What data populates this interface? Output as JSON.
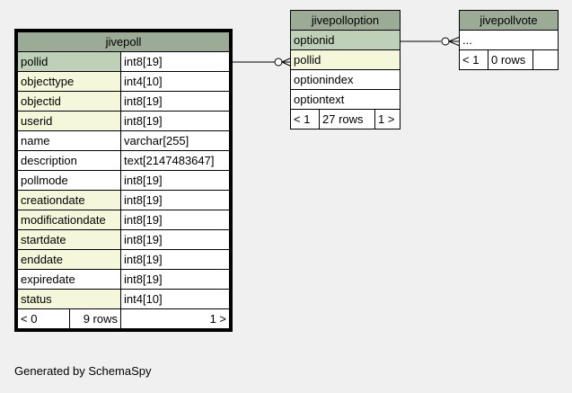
{
  "tables": {
    "jivepoll": {
      "name": "jivepoll",
      "columns": [
        {
          "name": "pollid",
          "type": "int8[19]",
          "kind": "pk"
        },
        {
          "name": "objecttype",
          "type": "int4[10]",
          "kind": "fk"
        },
        {
          "name": "objectid",
          "type": "int8[19]",
          "kind": "fk"
        },
        {
          "name": "userid",
          "type": "int8[19]",
          "kind": "fk"
        },
        {
          "name": "name",
          "type": "varchar[255]",
          "kind": "plain"
        },
        {
          "name": "description",
          "type": "text[2147483647]",
          "kind": "plain"
        },
        {
          "name": "pollmode",
          "type": "int8[19]",
          "kind": "plain"
        },
        {
          "name": "creationdate",
          "type": "int8[19]",
          "kind": "fk"
        },
        {
          "name": "modificationdate",
          "type": "int8[19]",
          "kind": "fk"
        },
        {
          "name": "startdate",
          "type": "int8[19]",
          "kind": "fk"
        },
        {
          "name": "enddate",
          "type": "int8[19]",
          "kind": "fk"
        },
        {
          "name": "expiredate",
          "type": "int8[19]",
          "kind": "plain"
        },
        {
          "name": "status",
          "type": "int4[10]",
          "kind": "fk"
        }
      ],
      "footer": {
        "parents": "< 0",
        "rows": "9 rows",
        "children": "1 >"
      }
    },
    "jivepolloption": {
      "name": "jivepolloption",
      "columns": [
        {
          "name": "optionid",
          "kind": "pk"
        },
        {
          "name": "pollid",
          "kind": "fk"
        },
        {
          "name": "optionindex",
          "kind": "plain"
        },
        {
          "name": "optiontext",
          "kind": "plain"
        }
      ],
      "footer": {
        "parents": "< 1",
        "rows": "27 rows",
        "children": "1 >"
      }
    },
    "jivepollvote": {
      "name": "jivepollvote",
      "columns": [
        {
          "name": "...",
          "kind": "plain"
        }
      ],
      "footer": {
        "parents": "< 1",
        "rows": "0 rows",
        "children": ""
      }
    }
  },
  "colors": {
    "header": "#9bab96",
    "primary_key": "#bed1b8",
    "foreign_key": "#f4f7da",
    "background": "#f0f0f0"
  },
  "generated_by": "Generated by SchemaSpy"
}
